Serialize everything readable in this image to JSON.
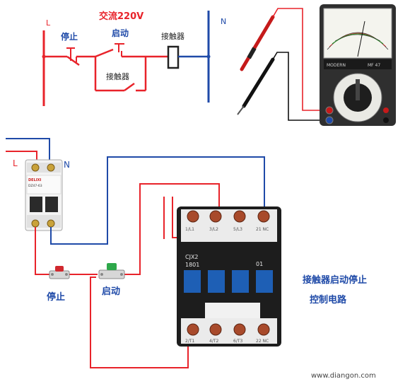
{
  "schematic": {
    "title": "交流220V",
    "line_label": "L",
    "neutral_label": "N",
    "stop_label": "停止",
    "start_label": "启动",
    "contactor_coil_label": "接触器",
    "contactor_aux_label": "接触器"
  },
  "wiring": {
    "line_label": "L",
    "neutral_label": "N",
    "stop_button_label": "停止",
    "start_button_label": "启动",
    "caption_line1": "接触器启动停止",
    "caption_line2": "控制电路",
    "breaker_brand": "DELIXI",
    "breaker_model": "DZ47-63",
    "contactor_model_line1": "CJX2",
    "contactor_model_line2": "1801",
    "contactor_nc_mark": "01",
    "top_terminals": [
      "1/L1",
      "3/L2",
      "5/L3",
      "21 NC"
    ],
    "bottom_terminals": [
      "2/T1",
      "4/T2",
      "6/T3",
      "22 NC"
    ]
  },
  "multimeter": {
    "brand": "MODERN",
    "model": "MF 47"
  },
  "watermark": "www.diangon.com",
  "colors": {
    "red_wire": "#e8232a",
    "blue_wire": "#1f4aa8",
    "contactor_body": "#2a2a2a",
    "contactor_blue": "#1e5fb5"
  }
}
